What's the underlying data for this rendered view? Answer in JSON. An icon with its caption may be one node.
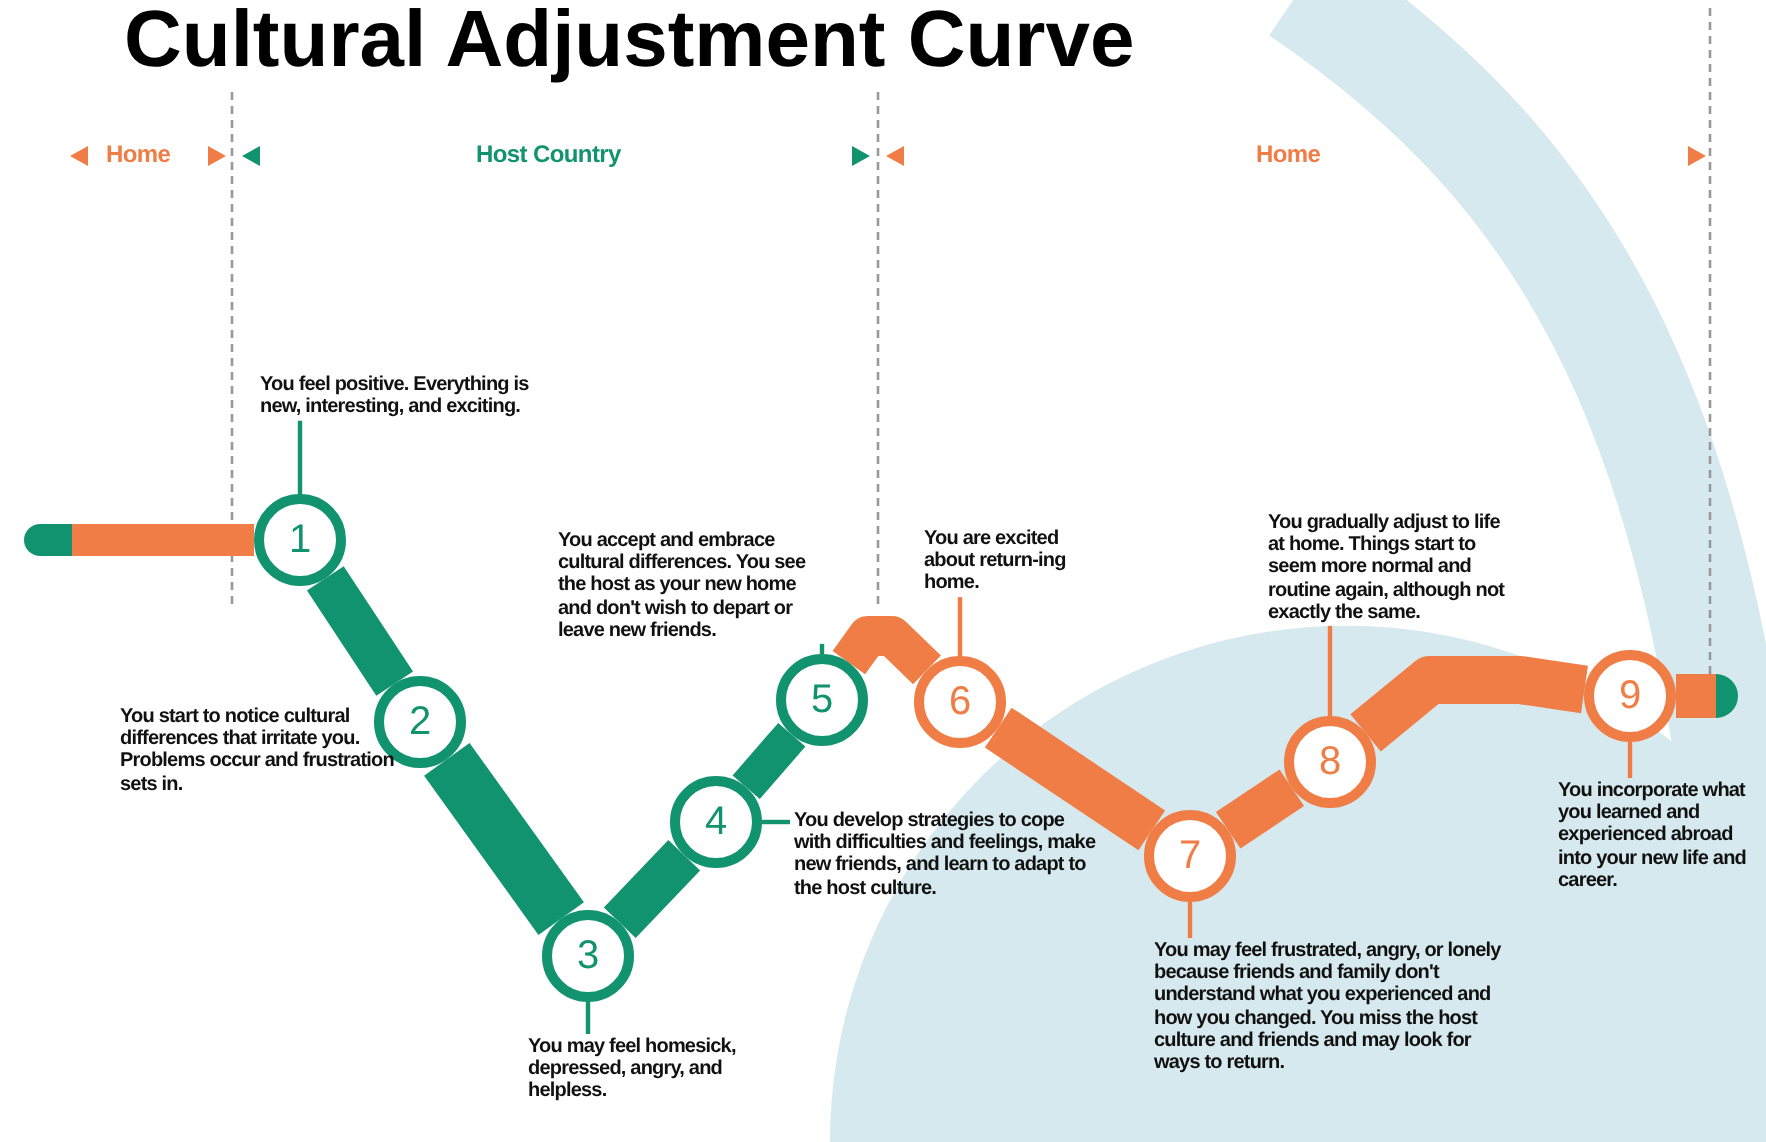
{
  "diagram": {
    "title": "Cultural Adjustment Curve",
    "nodes": [
      {
        "text": [
          "1"
        ]
      },
      {
        "text": [
          "2"
        ]
      },
      {
        "text": [
          "3"
        ]
      },
      {
        "text": [
          "4"
        ]
      },
      {
        "text": [
          "5"
        ]
      },
      {
        "text": [
          "6"
        ]
      },
      {
        "text": [
          "7"
        ]
      },
      {
        "text": [
          "8"
        ]
      },
      {
        "text": [
          "9"
        ]
      },
      {
        "text": [
          "You feel positive. Everything is new, interesting, and exciting."
        ]
      },
      {
        "text": [
          "You start to notice cultural differences that irritate you. Problems occur and frustration sets in."
        ]
      },
      {
        "text": [
          "You may feel homesick, depressed, angry, and helpless."
        ]
      },
      {
        "text": [
          "You develop strategies to cope with difficulties and feelings, make new friends, and learn to adapt to the host culture."
        ]
      },
      {
        "text": [
          "You accept and embrace cultural differences. You see the host as your new home and don't wish to depart or leave new friends."
        ]
      },
      {
        "text": [
          "You are excited about return-ing home."
        ]
      },
      {
        "text": [
          "You may feel frustrated, angry, or lonely because friends and family don't understand what you experienced and how you changed. You miss the host culture and friends and may look for ways to return."
        ]
      },
      {
        "text": [
          "You gradually adjust to life at home. Things start to seem more normal and routine again, although not exactly the same."
        ]
      },
      {
        "text": [
          "You incorporate what you learned and experienced abroad into your new life and career."
        ]
      },
      {
        "text": [],
        "shape": "bar"
      },
      {
        "text": [],
        "shape": "bar"
      }
    ],
    "edges": [
      {
        "from": 18,
        "to": 0,
        "arrow": "none"
      },
      {
        "from": 0,
        "to": 1,
        "arrow": "none",
        "color": "#12936f"
      },
      {
        "from": 1,
        "to": 2,
        "arrow": "none",
        "color": "#12936f"
      },
      {
        "from": 2,
        "to": 3,
        "arrow": "none",
        "color": "#12936f"
      },
      {
        "from": 3,
        "to": 4,
        "arrow": "none",
        "color": "#12936f"
      },
      {
        "from": 4,
        "to": 5,
        "arrow": "none"
      },
      {
        "from": 5,
        "to": 6,
        "arrow": "none"
      },
      {
        "from": 6,
        "to": 7,
        "arrow": "none"
      },
      {
        "from": 7,
        "to": 8,
        "arrow": "none"
      },
      {
        "from": 8,
        "to": 19,
        "arrow": "none"
      },
      {
        "from": 9,
        "to": 0,
        "arrow": "none",
        "color": "#12936f"
      },
      {
        "from": 11,
        "to": 2,
        "arrow": "none",
        "color": "#12936f"
      },
      {
        "from": 12,
        "to": 3,
        "arrow": "none",
        "color": "#12936f"
      },
      {
        "from": 13,
        "to": 4,
        "arrow": "none",
        "color": "#12936f"
      },
      {
        "from": 14,
        "to": 5,
        "arrow": "none"
      },
      {
        "from": 15,
        "to": 6,
        "arrow": "none"
      },
      {
        "from": 16,
        "to": 7,
        "arrow": "none"
      },
      {
        "from": 17,
        "to": 8,
        "arrow": "none"
      }
    ],
    "labels": [
      "Home",
      "Host Country",
      "Home"
    ]
  }
}
